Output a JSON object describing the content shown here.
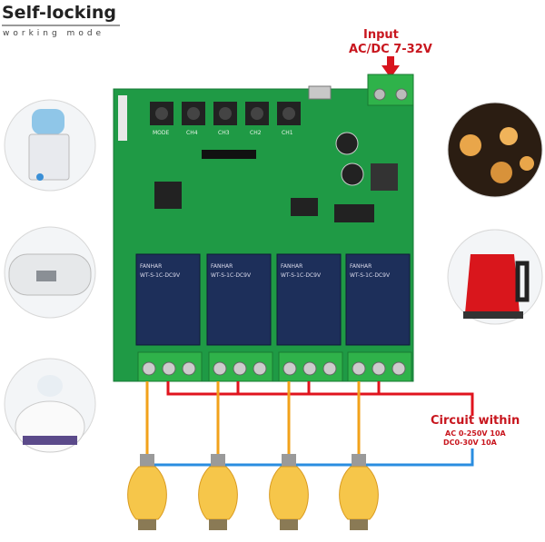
{
  "header": {
    "title": "Self-locking",
    "subtitle": "working mode"
  },
  "input_label": {
    "line1": "Input",
    "line2": "AC/DC 7-32V"
  },
  "circuit_label": {
    "title": "Circuit within",
    "line1": "AC 0-250V 10A",
    "line2": "DC0-30V 10A"
  },
  "board": {
    "buttons": [
      "MODE",
      "CH4",
      "CH3",
      "CH2",
      "CH1"
    ],
    "relay_brand": "FANHAR",
    "relay_model": "WT-S-1C-DC9V",
    "relay_count": 4,
    "bulb_count": 4
  },
  "appliances_left": [
    "water-dispenser",
    "water-heater",
    "humidifier"
  ],
  "appliances_right": [
    "pendant-lamps",
    "electric-kettle"
  ],
  "colors": {
    "board": "#1f9a45",
    "relay": "#1d2f5a",
    "terminal": "#2fb24a",
    "live_wire": "#e0141e",
    "neutral_wire": "#2a8de0",
    "load_wire": "#f2a21a",
    "label": "#c8161e"
  }
}
